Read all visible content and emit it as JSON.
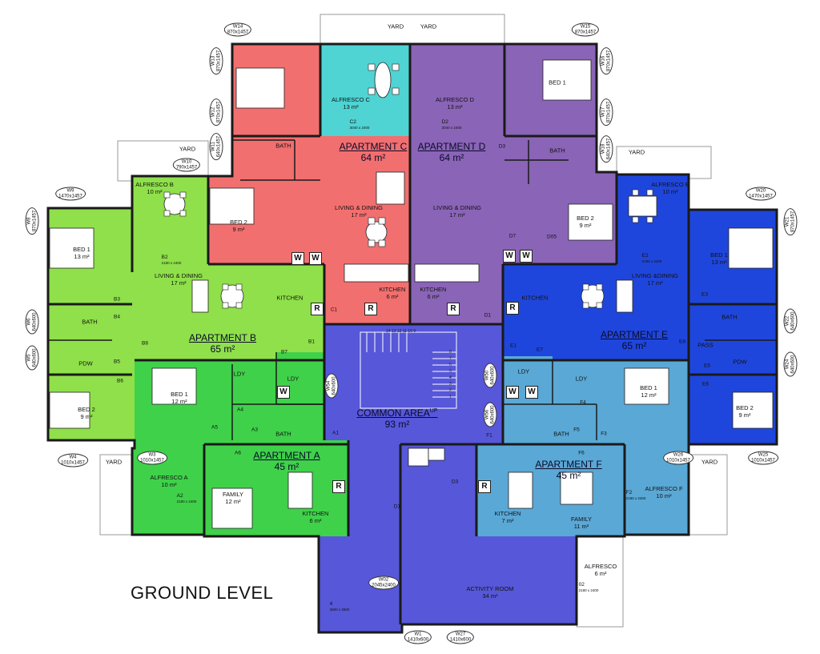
{
  "title": "GROUND LEVEL",
  "colors": {
    "apartment_a": "#3fd14a",
    "apartment_b": "#8fe04a",
    "apartment_c": "#f26f6f",
    "apartment_c_alfresco": "#4fd3d3",
    "apartment_d": "#8a64b7",
    "apartment_e": "#1f46dc",
    "apartment_f": "#5aa8d6",
    "common": "#5757d9",
    "wall": "#1a1a1a"
  },
  "apartments": {
    "a": {
      "name": "APARTMENT A",
      "area": "45 m²"
    },
    "b": {
      "name": "APARTMENT B",
      "area": "65 m²"
    },
    "c": {
      "name": "APARTMENT C",
      "area": "64 m²"
    },
    "d": {
      "name": "APARTMENT D",
      "area": "64 m²"
    },
    "e": {
      "name": "APARTMENT E",
      "area": "65 m²"
    },
    "f": {
      "name": "APARTMENT F",
      "area": "45 m²"
    },
    "common": {
      "name": "COMMON AREA",
      "area": "93 m²",
      "marker": "UP"
    }
  },
  "rooms": {
    "c_alfresco": {
      "name": "ALFRESCO  C",
      "area": "13 m²"
    },
    "d_alfresco": {
      "name": "ALFRESCO D",
      "area": "13 m²"
    },
    "c_bath": {
      "name": "BATH"
    },
    "c_living": {
      "name": "LIVING & DINING",
      "area": "17 m²"
    },
    "c_bed2": {
      "name": "BED 2",
      "area": "9 m²"
    },
    "c_kitchen": {
      "name": "KITCHEN",
      "area": "6 m²"
    },
    "d_bed1": {
      "name": "BED 1"
    },
    "d_bath": {
      "name": "BATH"
    },
    "d_living": {
      "name": "LIVING & DINING",
      "area": "17 m²"
    },
    "d_bed2": {
      "name": "BED 2",
      "area": "9 m²"
    },
    "d_kitchen": {
      "name": "KITCHEN",
      "area": "6 m²"
    },
    "b_alfresco": {
      "name": "ALFRESCO B",
      "area": "10 m²"
    },
    "b_bed1": {
      "name": "BED 1",
      "area": "13 m²"
    },
    "b_living": {
      "name": "LIVING & DINING",
      "area": "17 m²"
    },
    "b_kitchen": {
      "name": "KITCHEN"
    },
    "b_bath": {
      "name": "BATH"
    },
    "b_pdw": {
      "name": "PDW"
    },
    "b_bed2": {
      "name": "BED 2",
      "area": "9 m²"
    },
    "b_ldy": {
      "name": "LDY"
    },
    "a_ldy": {
      "name": "LDY"
    },
    "a_bed1": {
      "name": "BED 1",
      "area": "12 m²"
    },
    "a_bath": {
      "name": "BATH"
    },
    "a_alfresco": {
      "name": "ALFRESCO A",
      "area": "10 m²"
    },
    "a_family": {
      "name": "FAMILY",
      "area": "12 m²"
    },
    "a_kitchen": {
      "name": "KITCHEN",
      "area": "6 m²"
    },
    "e_alfresco": {
      "name": "ALFRESCO E",
      "area": "10 m²"
    },
    "e_bed1": {
      "name": "BED 1",
      "area": "13 m²"
    },
    "e_living": {
      "name": "LIVING &DINING",
      "area": "17 m²"
    },
    "e_kitchen": {
      "name": "KITCHEN"
    },
    "e_bath": {
      "name": "BATH"
    },
    "e_pass": {
      "name": "PASS"
    },
    "e_pdw": {
      "name": "PDW"
    },
    "e_bed2": {
      "name": "BED 2",
      "area": "9 m²"
    },
    "e_ldy": {
      "name": "LDY"
    },
    "f_ldy": {
      "name": "LDY"
    },
    "f_bed1": {
      "name": "BED 1",
      "area": "12 m²"
    },
    "f_bath": {
      "name": "BATH"
    },
    "f_kitchen": {
      "name": "KITCHEN",
      "area": "7 m²"
    },
    "f_family": {
      "name": "FAMILY",
      "area": "11 m²"
    },
    "f_alfresco": {
      "name": "ALFRESCO F",
      "area": "10 m²"
    },
    "activity": {
      "name": "ACTIVITY ROOM",
      "area": "34 m²"
    },
    "alfresco": {
      "name": "ALFRESCO",
      "area": "6 m²"
    }
  },
  "yards": [
    "YARD",
    "YARD",
    "YARD",
    "YARD",
    "YARD",
    "YARD"
  ],
  "windows": [
    {
      "id": "W14",
      "size": "870x1457"
    },
    {
      "id": "W13",
      "size": "870x1457"
    },
    {
      "id": "W12",
      "size": "870x1457"
    },
    {
      "id": "W11",
      "size": "640x1457"
    },
    {
      "id": "W10",
      "size": "790x1457"
    },
    {
      "id": "W9",
      "size": "1470x1457"
    },
    {
      "id": "W8",
      "size": "870x1457"
    },
    {
      "id": "W6",
      "size": "640x600"
    },
    {
      "id": "W5",
      "size": "640x600"
    },
    {
      "id": "W4",
      "size": "1010x1457"
    },
    {
      "id": "W3",
      "size": "1010x1457"
    },
    {
      "id": "W15",
      "size": "870x1457"
    },
    {
      "id": "W16",
      "size": "870x1457"
    },
    {
      "id": "W17",
      "size": "870x1457"
    },
    {
      "id": "W18",
      "size": "640x1457"
    },
    {
      "id": "W20",
      "size": "1470x1457"
    },
    {
      "id": "W21",
      "size": "870x1457"
    },
    {
      "id": "W22",
      "size": "640x600"
    },
    {
      "id": "W24",
      "size": "640x600"
    },
    {
      "id": "W25",
      "size": "1010x1457"
    },
    {
      "id": "W26",
      "size": "1010x1457"
    },
    {
      "id": "W1",
      "size": "1410x600"
    },
    {
      "id": "W27",
      "size": "1410x600"
    },
    {
      "id": "W02",
      "size": "2045x2400"
    },
    {
      "id": "W54",
      "size": "640x600"
    },
    {
      "id": "W50",
      "size": "640x600"
    },
    {
      "id": "W56",
      "size": "640x600"
    }
  ],
  "doors": {
    "c": [
      "C2",
      "C1"
    ],
    "d": [
      "D2",
      "D3",
      "D7",
      "D05",
      "D1"
    ],
    "b": [
      "B2",
      "B3",
      "B4",
      "B5",
      "B6",
      "B7",
      "B1",
      "B8"
    ],
    "a": [
      "A4",
      "A5",
      "A3",
      "A6",
      "A1",
      "A2"
    ],
    "e": [
      "E2",
      "E1",
      "E7",
      "E3",
      "E5",
      "E6",
      "E8"
    ],
    "f": [
      "F4",
      "F5",
      "F3",
      "F6",
      "F1",
      "F2"
    ],
    "common": [
      "D1",
      "D3",
      "4",
      "02"
    ]
  },
  "door_sizes": {
    "c2": "3040 x 2400",
    "d2": "3040 x 2400",
    "b2": "2180 x 2400",
    "e2": "2180 x 2400",
    "a2": "2180 x 2400",
    "f2": "2180 x 2400",
    "d4": "3800 x 2800",
    "d02": "2180 x 2400"
  },
  "appliances": {
    "washer": "W",
    "fridge": "R"
  },
  "stair_numbers": {
    "top": "14 13 12 11 10  9",
    "side": [
      "8",
      "7",
      "6",
      "5",
      "4",
      "3",
      "2",
      "1"
    ]
  }
}
